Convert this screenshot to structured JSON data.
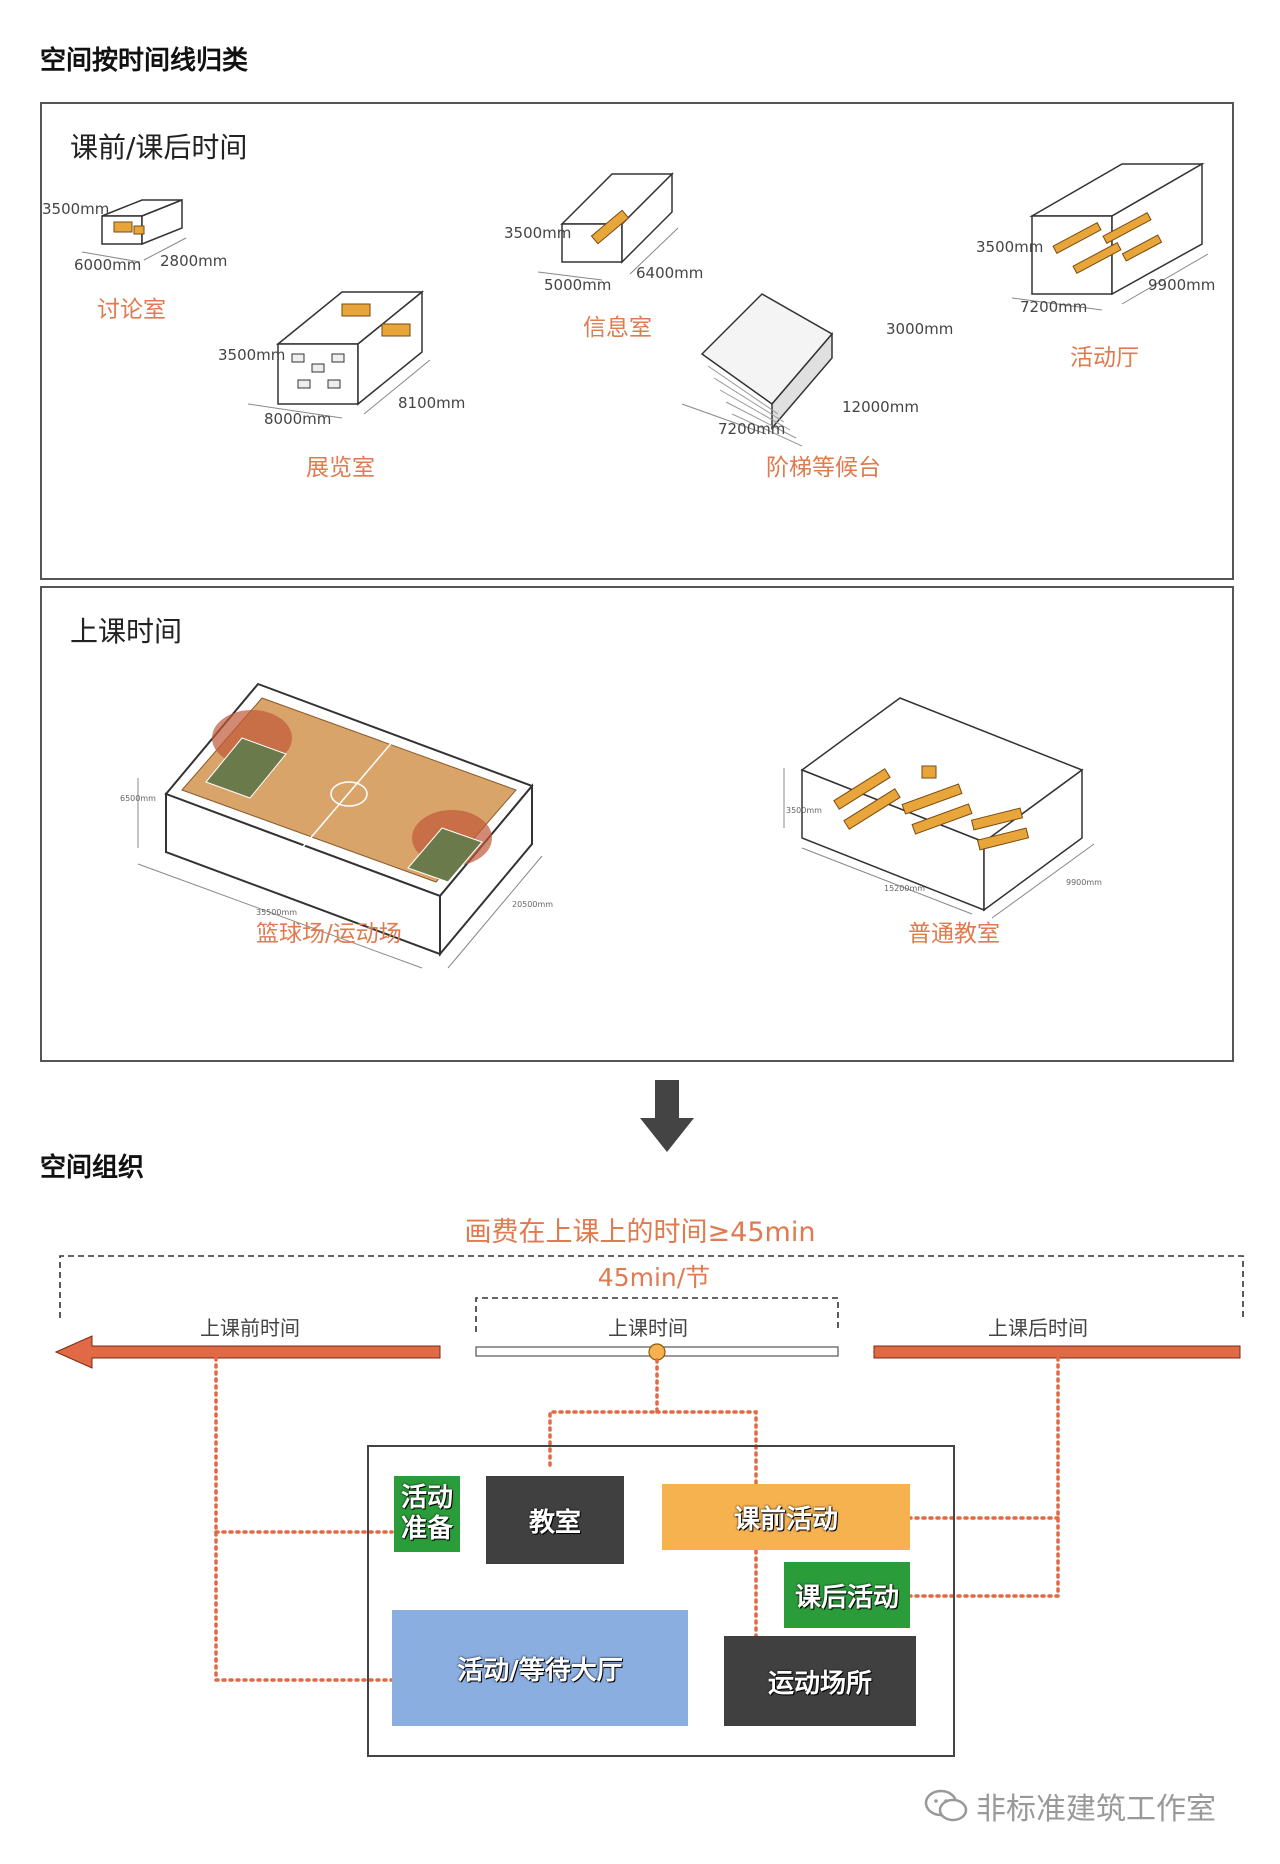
{
  "section1": {
    "title": "空间按时间线归类"
  },
  "panel_before_after": {
    "title": "课前/课后时间",
    "rooms": [
      {
        "name": "讨论室",
        "dims": [
          "3500mm",
          "6000mm",
          "2800mm"
        ]
      },
      {
        "name": "信息室",
        "dims": [
          "3500mm",
          "5000mm",
          "6400mm"
        ]
      },
      {
        "name": "活动厅",
        "dims": [
          "3500mm",
          "7200mm",
          "9900mm"
        ]
      },
      {
        "name": "展览室",
        "dims": [
          "3500mm",
          "8000mm",
          "8100mm"
        ]
      },
      {
        "name": "阶梯等候台",
        "dims": [
          "3000mm",
          "7200mm",
          "12000mm"
        ]
      }
    ]
  },
  "panel_class": {
    "title": "上课时间",
    "rooms": [
      {
        "name": "篮球场/运动场",
        "dims": [
          "6500mm",
          "35500mm",
          "20500mm"
        ]
      },
      {
        "name": "普通教室",
        "dims": [
          "3500mm",
          "15200mm",
          "9900mm"
        ]
      }
    ]
  },
  "section2": {
    "title": "空间组织"
  },
  "timeline": {
    "top_note": "画费在上课上的时间≥45min",
    "period_note": "45min/节",
    "before": "上课前时间",
    "during": "上课时间",
    "after": "上课后时间"
  },
  "org_blocks": {
    "prep_line1": "活动",
    "prep_line2": "准备",
    "classroom": "教室",
    "pre_activity": "课前活动",
    "post_activity": "课后活动",
    "hall": "活动/等待大厅",
    "sports": "运动场所"
  },
  "watermark": "非标准建筑工作室",
  "colors": {
    "accent_orange": "#e07a4f",
    "green": "#2a9d3a",
    "dark_gray": "#404040",
    "yellow": "#f6b24f",
    "blue": "#8aaee0"
  }
}
